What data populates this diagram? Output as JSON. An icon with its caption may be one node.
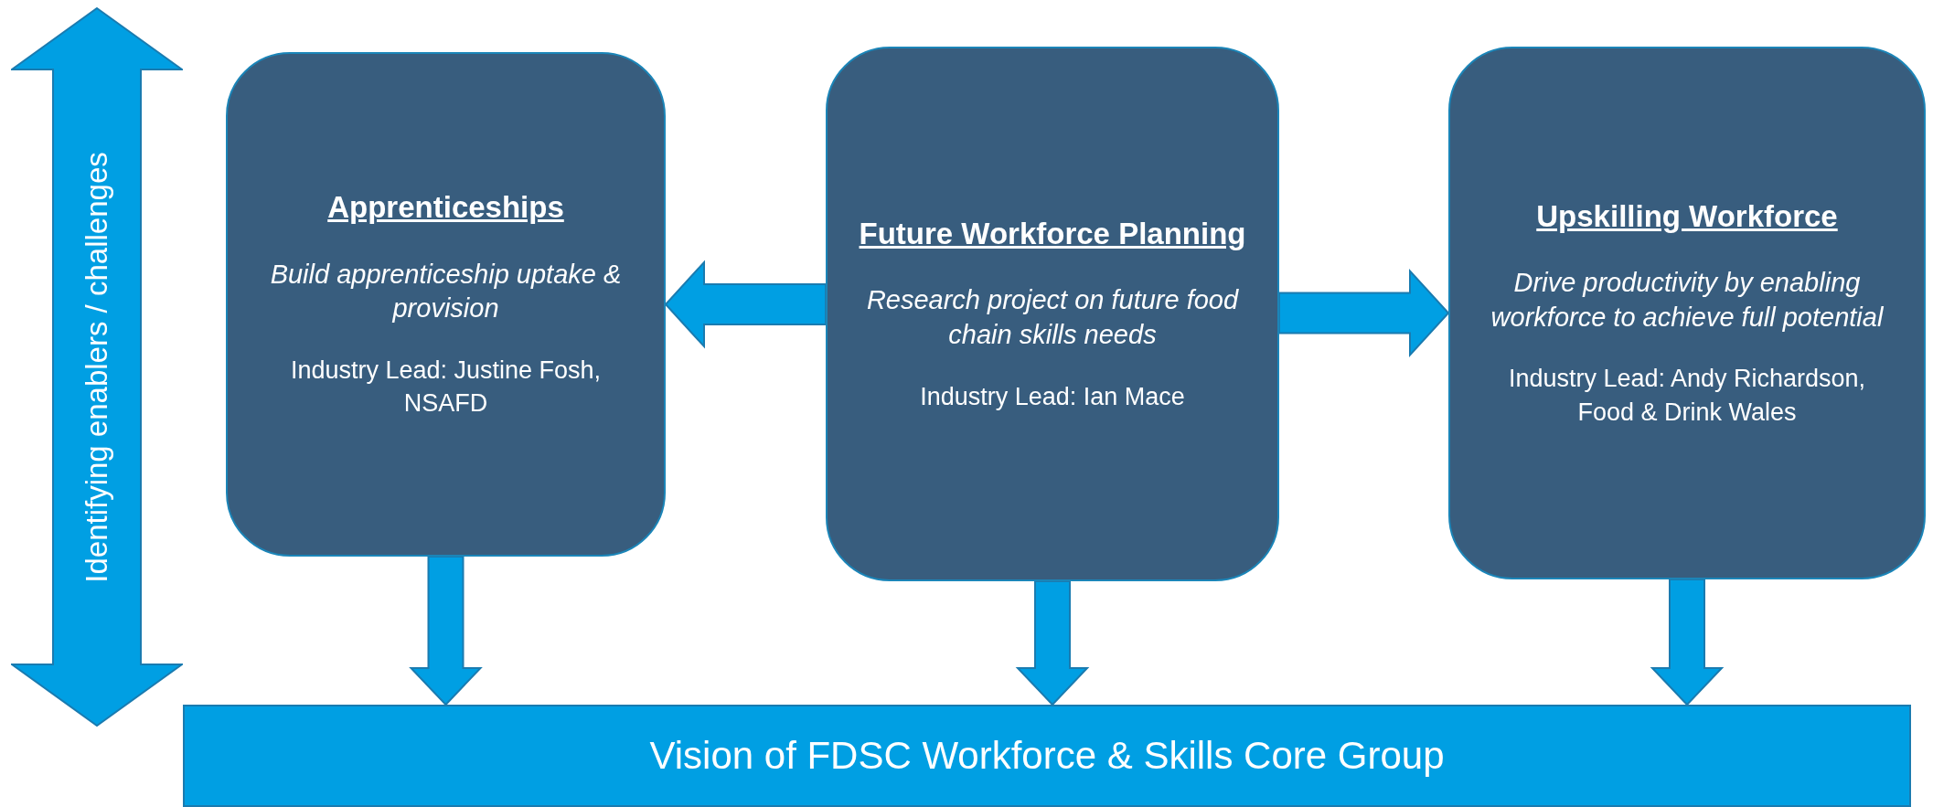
{
  "diagram": {
    "nodes": [
      {
        "text": [
          "Identifying enablers / challenges"
        ]
      },
      {
        "text": [
          "Apprenticeships",
          "Build apprenticeship uptake & provision",
          "Industry Lead: Justine Fosh, NSAFD"
        ]
      },
      {
        "text": [
          "Future Workforce Planning",
          "Research project on future food chain skills needs",
          "Industry Lead: Ian Mace"
        ]
      },
      {
        "text": [
          "Upskilling Workforce",
          "Drive productivity by enabling workforce to achieve full potential",
          "Industry Lead: Andy Richardson, Food & Drink Wales"
        ]
      },
      {
        "text": [
          "Vision of FDSC Workforce & Skills Core Group"
        ]
      }
    ],
    "edges": [
      {
        "from": 2,
        "to": 1,
        "arrow": "to"
      },
      {
        "from": 2,
        "to": 3,
        "arrow": "to"
      },
      {
        "from": 1,
        "to": 4,
        "arrow": "to"
      },
      {
        "from": 2,
        "to": 4,
        "arrow": "to"
      },
      {
        "from": 3,
        "to": 4,
        "arrow": "to"
      }
    ]
  }
}
